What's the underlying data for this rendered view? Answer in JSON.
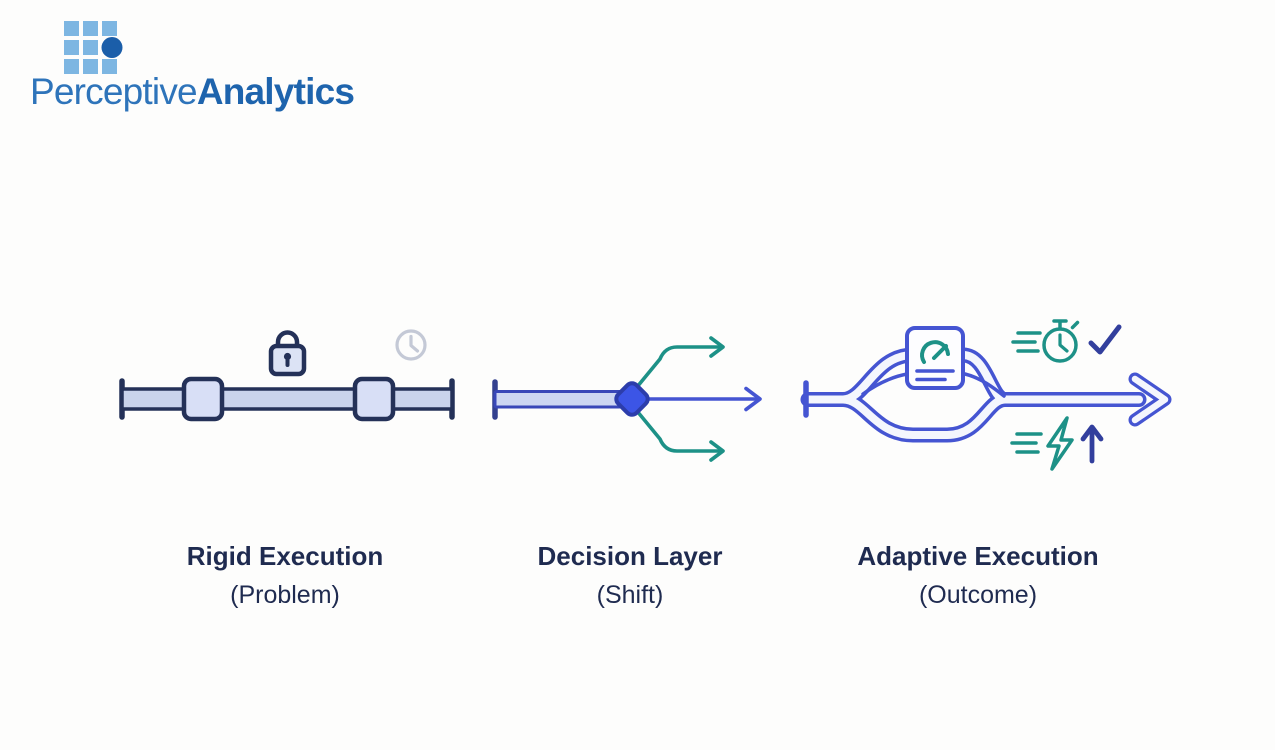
{
  "logo": {
    "name_regular": "Perceptive",
    "name_bold": "Analytics"
  },
  "stages": [
    {
      "id": "rigid-execution",
      "title": "Rigid Execution",
      "subtitle": "(Problem)",
      "icons": [
        "fixed-rail-icon",
        "lock-icon",
        "clock-icon"
      ]
    },
    {
      "id": "decision-layer",
      "title": "Decision Layer",
      "subtitle": "(Shift)",
      "icons": [
        "input-rail-icon",
        "decision-diamond-icon",
        "branch-arrow-up-icon",
        "main-flow-arrow-icon",
        "branch-arrow-down-icon"
      ]
    },
    {
      "id": "adaptive-execution",
      "title": "Adaptive Execution",
      "subtitle": "(Outcome)",
      "icons": [
        "split-merge-flow-icon",
        "gauge-card-icon",
        "speed-lines-icon",
        "stopwatch-icon",
        "checkmark-icon",
        "lightning-icon",
        "up-arrow-icon"
      ]
    }
  ],
  "colors": {
    "bg": "#fdfdfc",
    "navy": "#243158",
    "text": "#1f2b50",
    "blue": "#4555d2",
    "blue-dark": "#33408f",
    "bar-fill": "#c9d3ec",
    "block-fill": "#d8dff6",
    "lock-fill": "#dce3f5",
    "gray": "#c4c9d6",
    "bar2-fill": "#ccd6f2",
    "bar2-stroke": "#3847b8",
    "diamond-fill": "#3c55e6",
    "diamond-stroke": "#2c3dab",
    "teal": "#1d9187",
    "indigo": "#323f9d",
    "channel-inner": "#f4f6fd",
    "card-fill": "#fdfdff",
    "logo-light": "#2e74ba",
    "logo-dark": "#1e64ad",
    "logo-square": "#7db6e2",
    "logo-circle": "#1b5ea9"
  }
}
